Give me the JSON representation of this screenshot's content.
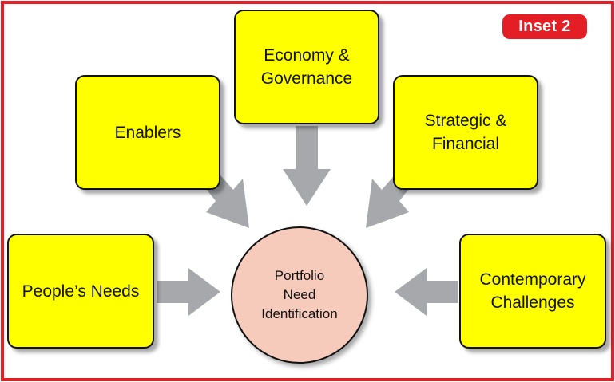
{
  "inset_label": "Inset 2",
  "center": {
    "label": "Portfolio\nNeed\nIdentification"
  },
  "inputs": {
    "enablers": "Enablers",
    "economy_governance": "Economy &\nGovernance",
    "strategic_financial": "Strategic &\nFinancial",
    "peoples_needs": "People’s Needs",
    "contemporary_challenges": "Contemporary\nChallenges"
  },
  "colors": {
    "frame": "#e31e24",
    "box_fill": "#ffff00",
    "circle_fill": "#f7cbbc",
    "arrow": "#a6a8ab"
  }
}
